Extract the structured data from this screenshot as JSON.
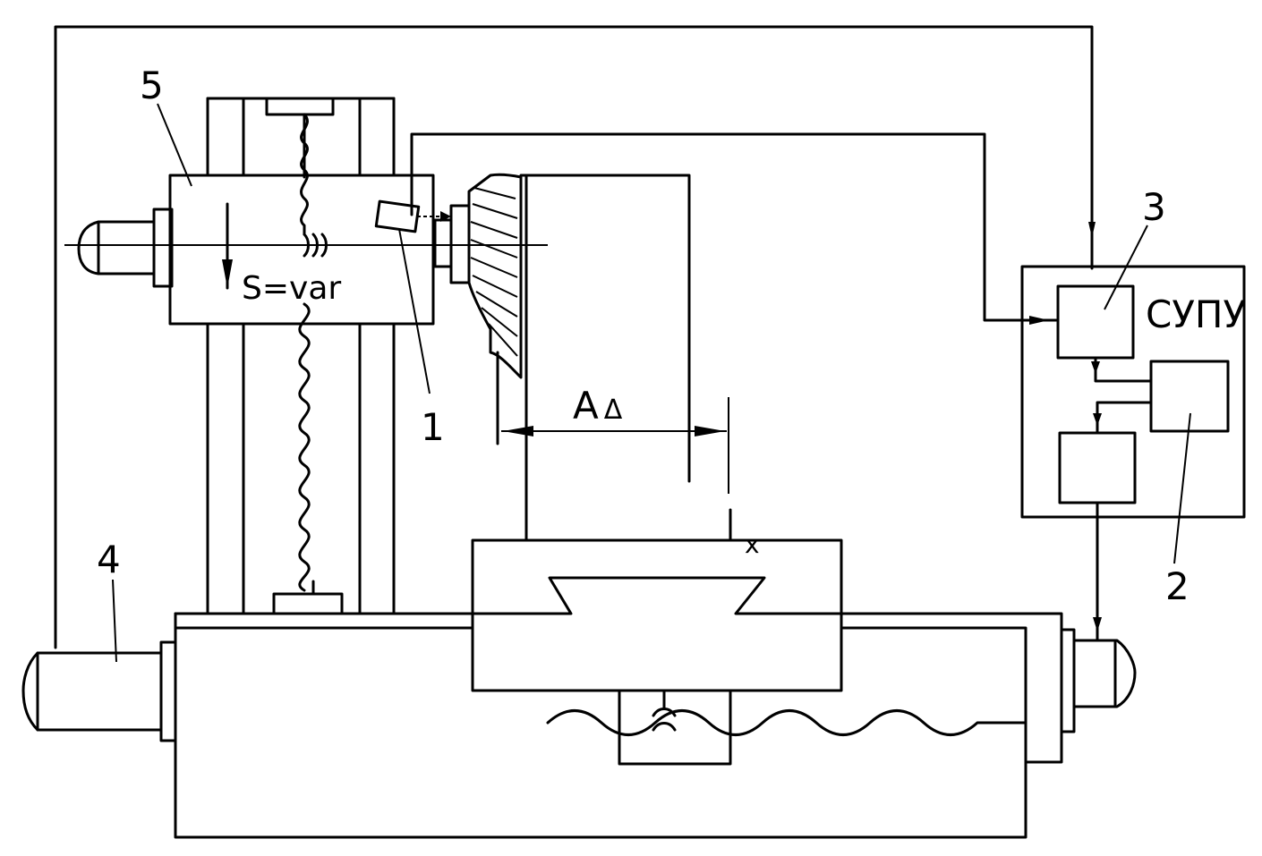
{
  "labels": {
    "component_1": "1",
    "component_2": "2",
    "component_3": "3",
    "component_4": "4",
    "component_5": "5",
    "feed_formula": "S=var",
    "dimension": "A",
    "dimension_subscript": "Δ",
    "controller": "СУПУ",
    "workpiece_mark": "x"
  }
}
